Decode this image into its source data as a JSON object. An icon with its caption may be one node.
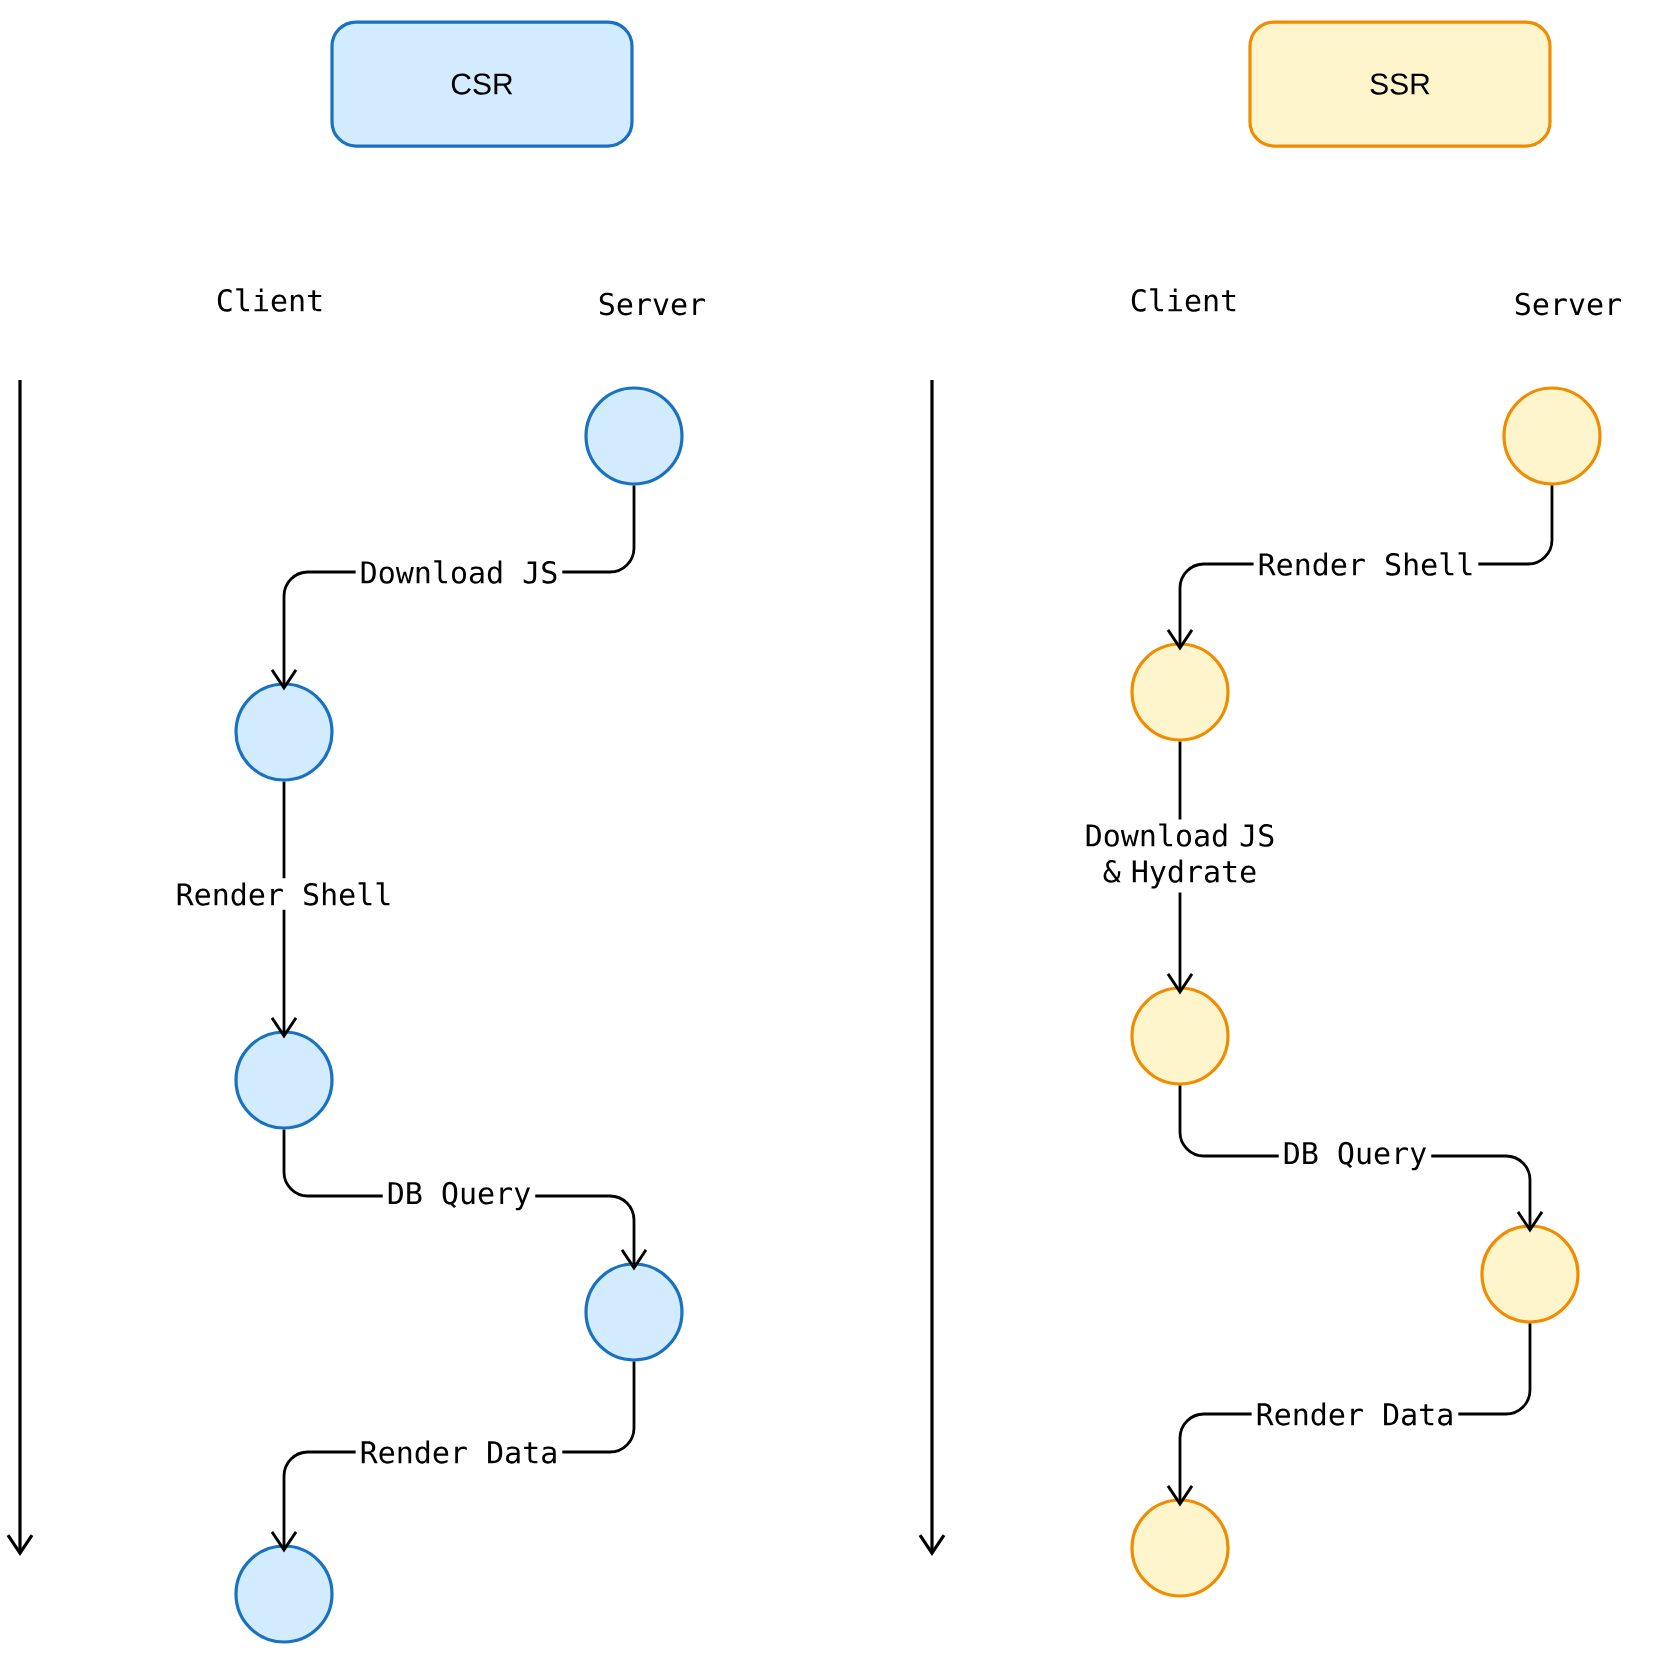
{
  "diagram": {
    "nodes": [
      {
        "text": [
          "CSR"
        ]
      },
      {
        "text": [
          "SSR"
        ]
      },
      {
        "text": [],
        "shape": "circle"
      },
      {
        "text": [],
        "shape": "circle"
      },
      {
        "text": [],
        "shape": "circle"
      },
      {
        "text": [],
        "shape": "circle"
      },
      {
        "text": [],
        "shape": "circle"
      },
      {
        "text": [],
        "shape": "circle"
      },
      {
        "text": [],
        "shape": "circle"
      },
      {
        "text": [],
        "shape": "circle"
      },
      {
        "text": [],
        "shape": "circle"
      },
      {
        "text": [],
        "shape": "circle"
      }
    ],
    "edges": [
      {
        "from": 2,
        "to": 3,
        "arrow": "to",
        "label": "Download JS"
      },
      {
        "from": 3,
        "to": 4,
        "arrow": "to",
        "label": "Render Shell"
      },
      {
        "from": 4,
        "to": 5,
        "arrow": "to",
        "label": "DB Query"
      },
      {
        "from": 5,
        "to": 6,
        "arrow": "to",
        "label": "Render Data"
      },
      {
        "from": 7,
        "to": 8,
        "arrow": "to",
        "label": "Render Shell"
      },
      {
        "from": 8,
        "to": 9,
        "arrow": "to",
        "label": "Download JS & Hydrate"
      },
      {
        "from": 9,
        "to": 10,
        "arrow": "to",
        "label": "DB Query"
      },
      {
        "from": 10,
        "to": 11,
        "arrow": "to",
        "label": "Render Data"
      }
    ],
    "labels": [
      "Client",
      "Server",
      "Client",
      "Server"
    ]
  }
}
